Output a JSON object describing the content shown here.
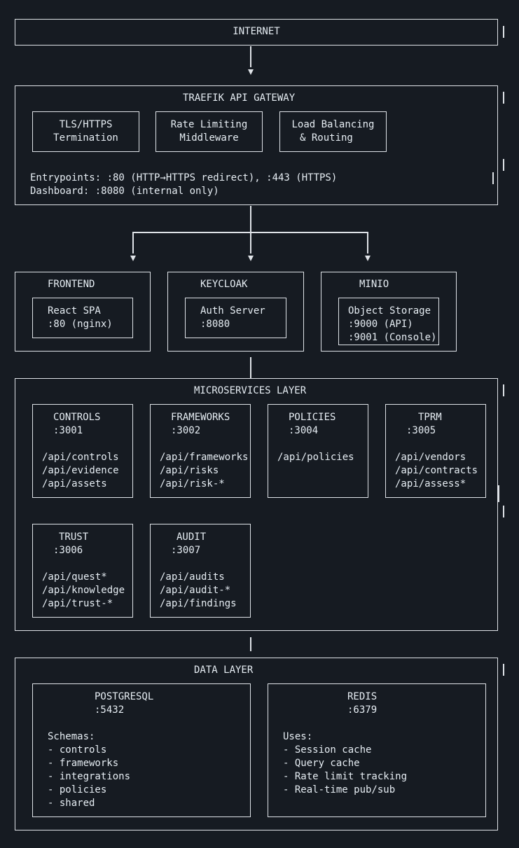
{
  "internet": {
    "title": "INTERNET"
  },
  "gateway": {
    "title": "TRAEFIK API GATEWAY",
    "boxes": [
      {
        "line1": "TLS/HTTPS",
        "line2": "Termination"
      },
      {
        "line1": "Rate Limiting",
        "line2": "Middleware"
      },
      {
        "line1": "Load Balancing",
        "line2": "& Routing"
      }
    ],
    "entrypoints": "Entrypoints: :80 (HTTP→HTTPS redirect), :443 (HTTPS)",
    "dashboard": "Dashboard: :8080 (internal only)"
  },
  "services": {
    "frontend": {
      "title": "FRONTEND",
      "line1": "React SPA",
      "line2": ":80 (nginx)"
    },
    "keycloak": {
      "title": "KEYCLOAK",
      "line1": "Auth Server",
      "line2": ":8080"
    },
    "minio": {
      "title": "MINIO",
      "line1": "Object Storage",
      "line2": ":9000 (API)",
      "line3": ":9001 (Console)"
    }
  },
  "microservices": {
    "title": "MICROSERVICES LAYER",
    "items": [
      {
        "name": "CONTROLS",
        "port": ":3001",
        "routes": [
          "/api/controls",
          "/api/evidence",
          "/api/assets"
        ]
      },
      {
        "name": "FRAMEWORKS",
        "port": ":3002",
        "routes": [
          "/api/frameworks",
          "/api/risks",
          "/api/risk-*"
        ]
      },
      {
        "name": "POLICIES",
        "port": ":3004",
        "routes": [
          "/api/policies"
        ]
      },
      {
        "name": "TPRM",
        "port": ":3005",
        "routes": [
          "/api/vendors",
          "/api/contracts",
          "/api/assess*"
        ]
      },
      {
        "name": "TRUST",
        "port": ":3006",
        "routes": [
          "/api/quest*",
          "/api/knowledge",
          "/api/trust-*"
        ]
      },
      {
        "name": "AUDIT",
        "port": ":3007",
        "routes": [
          "/api/audits",
          "/api/audit-*",
          "/api/findings"
        ]
      }
    ]
  },
  "data_layer": {
    "title": "DATA LAYER",
    "postgres": {
      "name": "POSTGRESQL",
      "port": ":5432",
      "heading": "Schemas:",
      "items": [
        "- controls",
        "- frameworks",
        "- integrations",
        "- policies",
        "- shared"
      ]
    },
    "redis": {
      "name": "REDIS",
      "port": ":6379",
      "heading": "Uses:",
      "items": [
        "- Session cache",
        "- Query cache",
        "- Rate limit tracking",
        "- Real-time pub/sub"
      ]
    }
  }
}
